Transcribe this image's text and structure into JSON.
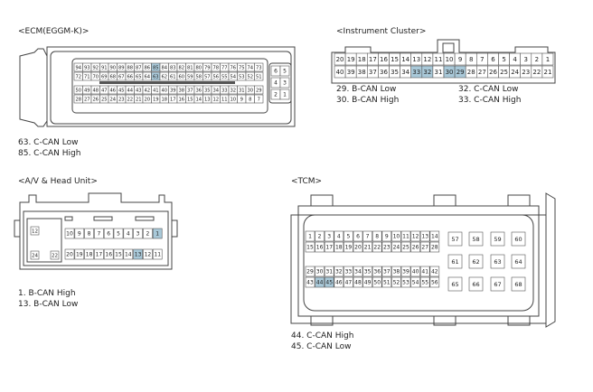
{
  "ecm": {
    "title": "<ECM(EGGM-K)>",
    "notes": [
      "63. C-CAN Low",
      "85. C-CAN High"
    ],
    "rows": [
      [
        "94",
        "93",
        "92",
        "91",
        "90",
        "89",
        "88",
        "87",
        "86",
        "85",
        "84",
        "83",
        "82",
        "81",
        "80",
        "79",
        "78",
        "77",
        "76",
        "75",
        "74",
        "73"
      ],
      [
        "72",
        "71",
        "70",
        "69",
        "68",
        "67",
        "66",
        "65",
        "64",
        "63",
        "62",
        "61",
        "60",
        "59",
        "58",
        "57",
        "56",
        "55",
        "54",
        "53",
        "52",
        "51"
      ],
      [
        "50",
        "49",
        "48",
        "47",
        "46",
        "45",
        "44",
        "43",
        "42",
        "41",
        "40",
        "39",
        "38",
        "37",
        "36",
        "35",
        "34",
        "33",
        "32",
        "31",
        "30",
        "29"
      ],
      [
        "28",
        "27",
        "26",
        "25",
        "24",
        "23",
        "22",
        "21",
        "20",
        "19",
        "18",
        "17",
        "16",
        "15",
        "14",
        "13",
        "12",
        "11",
        "10",
        "9",
        "8",
        "7"
      ]
    ],
    "side": [
      [
        "6",
        "5"
      ],
      [
        "4",
        "3"
      ],
      [
        "2",
        "1"
      ]
    ],
    "highlight": [
      "85",
      "63"
    ]
  },
  "cluster": {
    "title": "<Instrument Cluster>",
    "row1": [
      "20",
      "19",
      "18",
      "17",
      "16",
      "15",
      "14",
      "13",
      "12",
      "11",
      "10",
      "9",
      "8",
      "7",
      "6",
      "5",
      "4",
      "3",
      "2",
      "1"
    ],
    "row2": [
      "40",
      "39",
      "38",
      "37",
      "36",
      "35",
      "34",
      "33",
      "32",
      "31",
      "30",
      "29",
      "28",
      "27",
      "26",
      "25",
      "24",
      "23",
      "22",
      "21"
    ],
    "highlight": [
      "33",
      "32",
      "30",
      "29"
    ],
    "notes_left": [
      "29. B-CAN Low",
      "30. B-CAN High"
    ],
    "notes_right": [
      "32. C-CAN Low",
      "33. C-CAN High"
    ]
  },
  "av": {
    "title": "<A/V & Head Unit>",
    "row1": [
      "10",
      "9",
      "8",
      "7",
      "6",
      "5",
      "4",
      "3",
      "2",
      "1"
    ],
    "row2": [
      "20",
      "19",
      "18",
      "17",
      "16",
      "15",
      "14",
      "13",
      "12",
      "11"
    ],
    "left_top": "12",
    "left_bottom": "24",
    "left_bottom2": "22",
    "highlight": [
      "1",
      "13"
    ],
    "notes": [
      "1. B-CAN High",
      "13. B-CAN Low"
    ]
  },
  "tcm": {
    "title": "<TCM>",
    "row1": [
      "1",
      "2",
      "3",
      "4",
      "5",
      "6",
      "7",
      "8",
      "9",
      "10",
      "11",
      "12",
      "13",
      "14"
    ],
    "row2": [
      "15",
      "16",
      "17",
      "18",
      "19",
      "20",
      "21",
      "22",
      "23",
      "24",
      "25",
      "26",
      "27",
      "28"
    ],
    "row3": [
      "29",
      "30",
      "31",
      "32",
      "33",
      "34",
      "35",
      "36",
      "37",
      "38",
      "39",
      "40",
      "41",
      "42"
    ],
    "row4": [
      "43",
      "44",
      "45",
      "46",
      "47",
      "48",
      "49",
      "50",
      "51",
      "52",
      "53",
      "54",
      "55",
      "56"
    ],
    "big": [
      [
        "57",
        "58",
        "59",
        "60"
      ],
      [
        "61",
        "62",
        "63",
        "64"
      ],
      [
        "65",
        "66",
        "67",
        "68"
      ]
    ],
    "highlight": [
      "44",
      "45"
    ],
    "notes": [
      "44. C-CAN High",
      "45. C-CAN Low"
    ]
  }
}
